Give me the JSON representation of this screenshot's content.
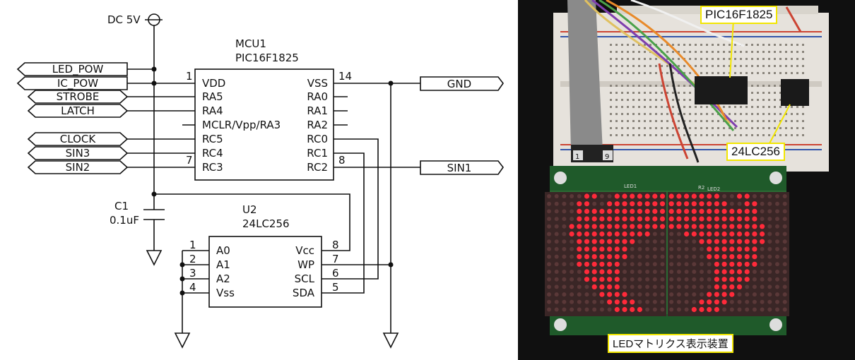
{
  "schematic": {
    "power_label": "DC 5V",
    "mcu": {
      "ref": "MCU1",
      "part": "PIC16F1825",
      "left_pins": [
        "VDD",
        "RA5",
        "RA4",
        "MCLR/Vpp/RA3",
        "RC5",
        "RC4",
        "RC3"
      ],
      "right_pins": [
        "VSS",
        "RA0",
        "RA1",
        "RA2",
        "RC0",
        "RC1",
        "RC2"
      ],
      "pin_numbers": {
        "vdd": "1",
        "vss": "14",
        "rc3": "7",
        "rc2": "8"
      }
    },
    "eeprom": {
      "ref": "U2",
      "part": "24LC256",
      "left_pins": [
        "A0",
        "A1",
        "A2",
        "Vss"
      ],
      "right_pins": [
        "Vcc",
        "WP",
        "SCL",
        "SDA"
      ],
      "left_nums": [
        "1",
        "2",
        "3",
        "4"
      ],
      "right_nums": [
        "8",
        "7",
        "6",
        "5"
      ]
    },
    "capacitor": {
      "ref": "C1",
      "value": "0.1uF"
    },
    "left_ports": [
      "LED_POW",
      "IC_POW",
      "STROBE",
      "LATCH",
      "CLOCK",
      "SIN3",
      "SIN2"
    ],
    "right_ports": [
      "GND",
      "SIN1"
    ]
  },
  "photo": {
    "callouts": {
      "mcu": "PIC16F1825",
      "eeprom": "24LC256",
      "device": "LEDマトリクス表示装置"
    },
    "pcb_text": {
      "led1": "LED1",
      "led2": "LED2",
      "r2": "R2",
      "num1": "1",
      "num9": "9"
    },
    "colors": {
      "led_on": "#ff2a3a",
      "led_off": "#5a3838",
      "pcb": "#1f5a2a",
      "callout_border": "#f2e600"
    }
  }
}
